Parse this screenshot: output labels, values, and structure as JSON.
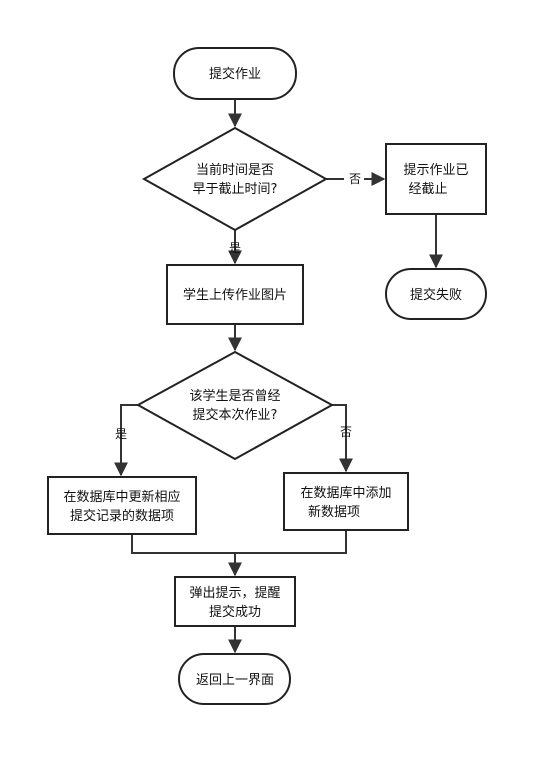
{
  "nodes": {
    "start": "提交作业",
    "check_deadline_1": "当前时间是否",
    "check_deadline_2": "早于截止时间?",
    "deadline_msg_1": "提示作业已",
    "deadline_msg_2": "经截止",
    "fail": "提交失败",
    "upload": "学生上传作业图片",
    "check_prev_1": "该学生是否曾经",
    "check_prev_2": "提交本次作业?",
    "update_1": "在数据库中更新相应",
    "update_2": "提交记录的数据项",
    "add_1": "在数据库中添加",
    "add_2": "新数据项",
    "success_1": "弹出提示，提醒",
    "success_2": "提交成功",
    "end": "返回上一界面"
  },
  "edges": {
    "yes_deadline": "是",
    "no_deadline": "否",
    "yes_prev": "是",
    "no_prev": "否"
  }
}
